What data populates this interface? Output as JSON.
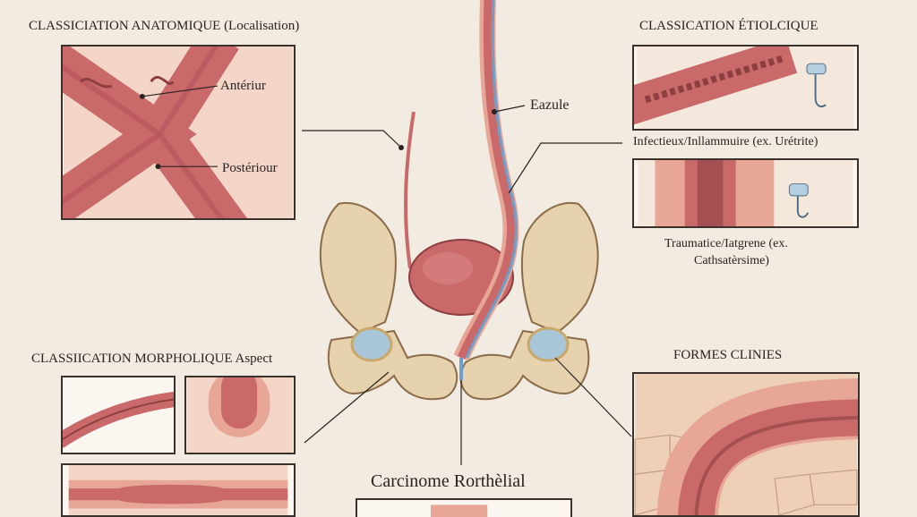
{
  "sections": {
    "anatomique": {
      "title": "CLASSICIATION ANATOMIQUE (Localisation)",
      "labels": [
        "Antériur",
        "Postériour"
      ]
    },
    "etiologique": {
      "title": "CLASSICATION ÉTIOLCIQUE",
      "labels": [
        "Infectieux/Inllammuire (ex. Urétrite)",
        "Traumatice/Iatgrene (ex.",
        "Cathsatèrsime)"
      ]
    },
    "morphologique": {
      "title": "CLASSIICATION MORPHOLIQUE Aspect"
    },
    "cliniques": {
      "title": "FORMES CLINIES"
    }
  },
  "center": {
    "label_top": "Eazule",
    "label_bottom": "Carcinome Rorthèlial"
  },
  "colors": {
    "background": "#f1ebe1",
    "tissue": "#c9696a",
    "tissue_light": "#e8a796",
    "bone": "#e6d2ad",
    "blue_vessel": "#6e9ec9",
    "border": "#3a302c"
  }
}
